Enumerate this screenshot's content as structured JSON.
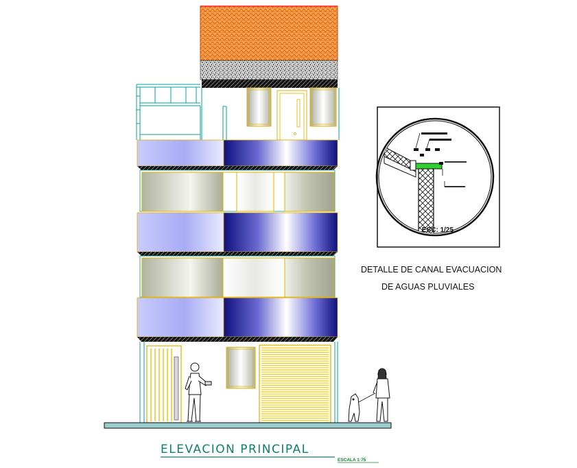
{
  "drawing": {
    "title": "ELEVACION PRINCIPAL",
    "scale_label": "ESCALA 1:75"
  },
  "detail": {
    "scale_label": "ESC: 1/25",
    "caption_line1": "DETALLE DE CANAL EVACUACION",
    "caption_line2": "DE AGUAS PLUVIALES"
  },
  "colors": {
    "linework": "#00a0a0",
    "roof_tile": "#f08010",
    "window_frame": "#e0b000",
    "panel_light": "#b8bcf8",
    "panel_dark": "#1a1a8c",
    "glass": "#b8b8a0",
    "gutter_green": "#30d030",
    "ground": "#99cccc",
    "title_green": "#10806a",
    "scale_green": "#108030"
  }
}
